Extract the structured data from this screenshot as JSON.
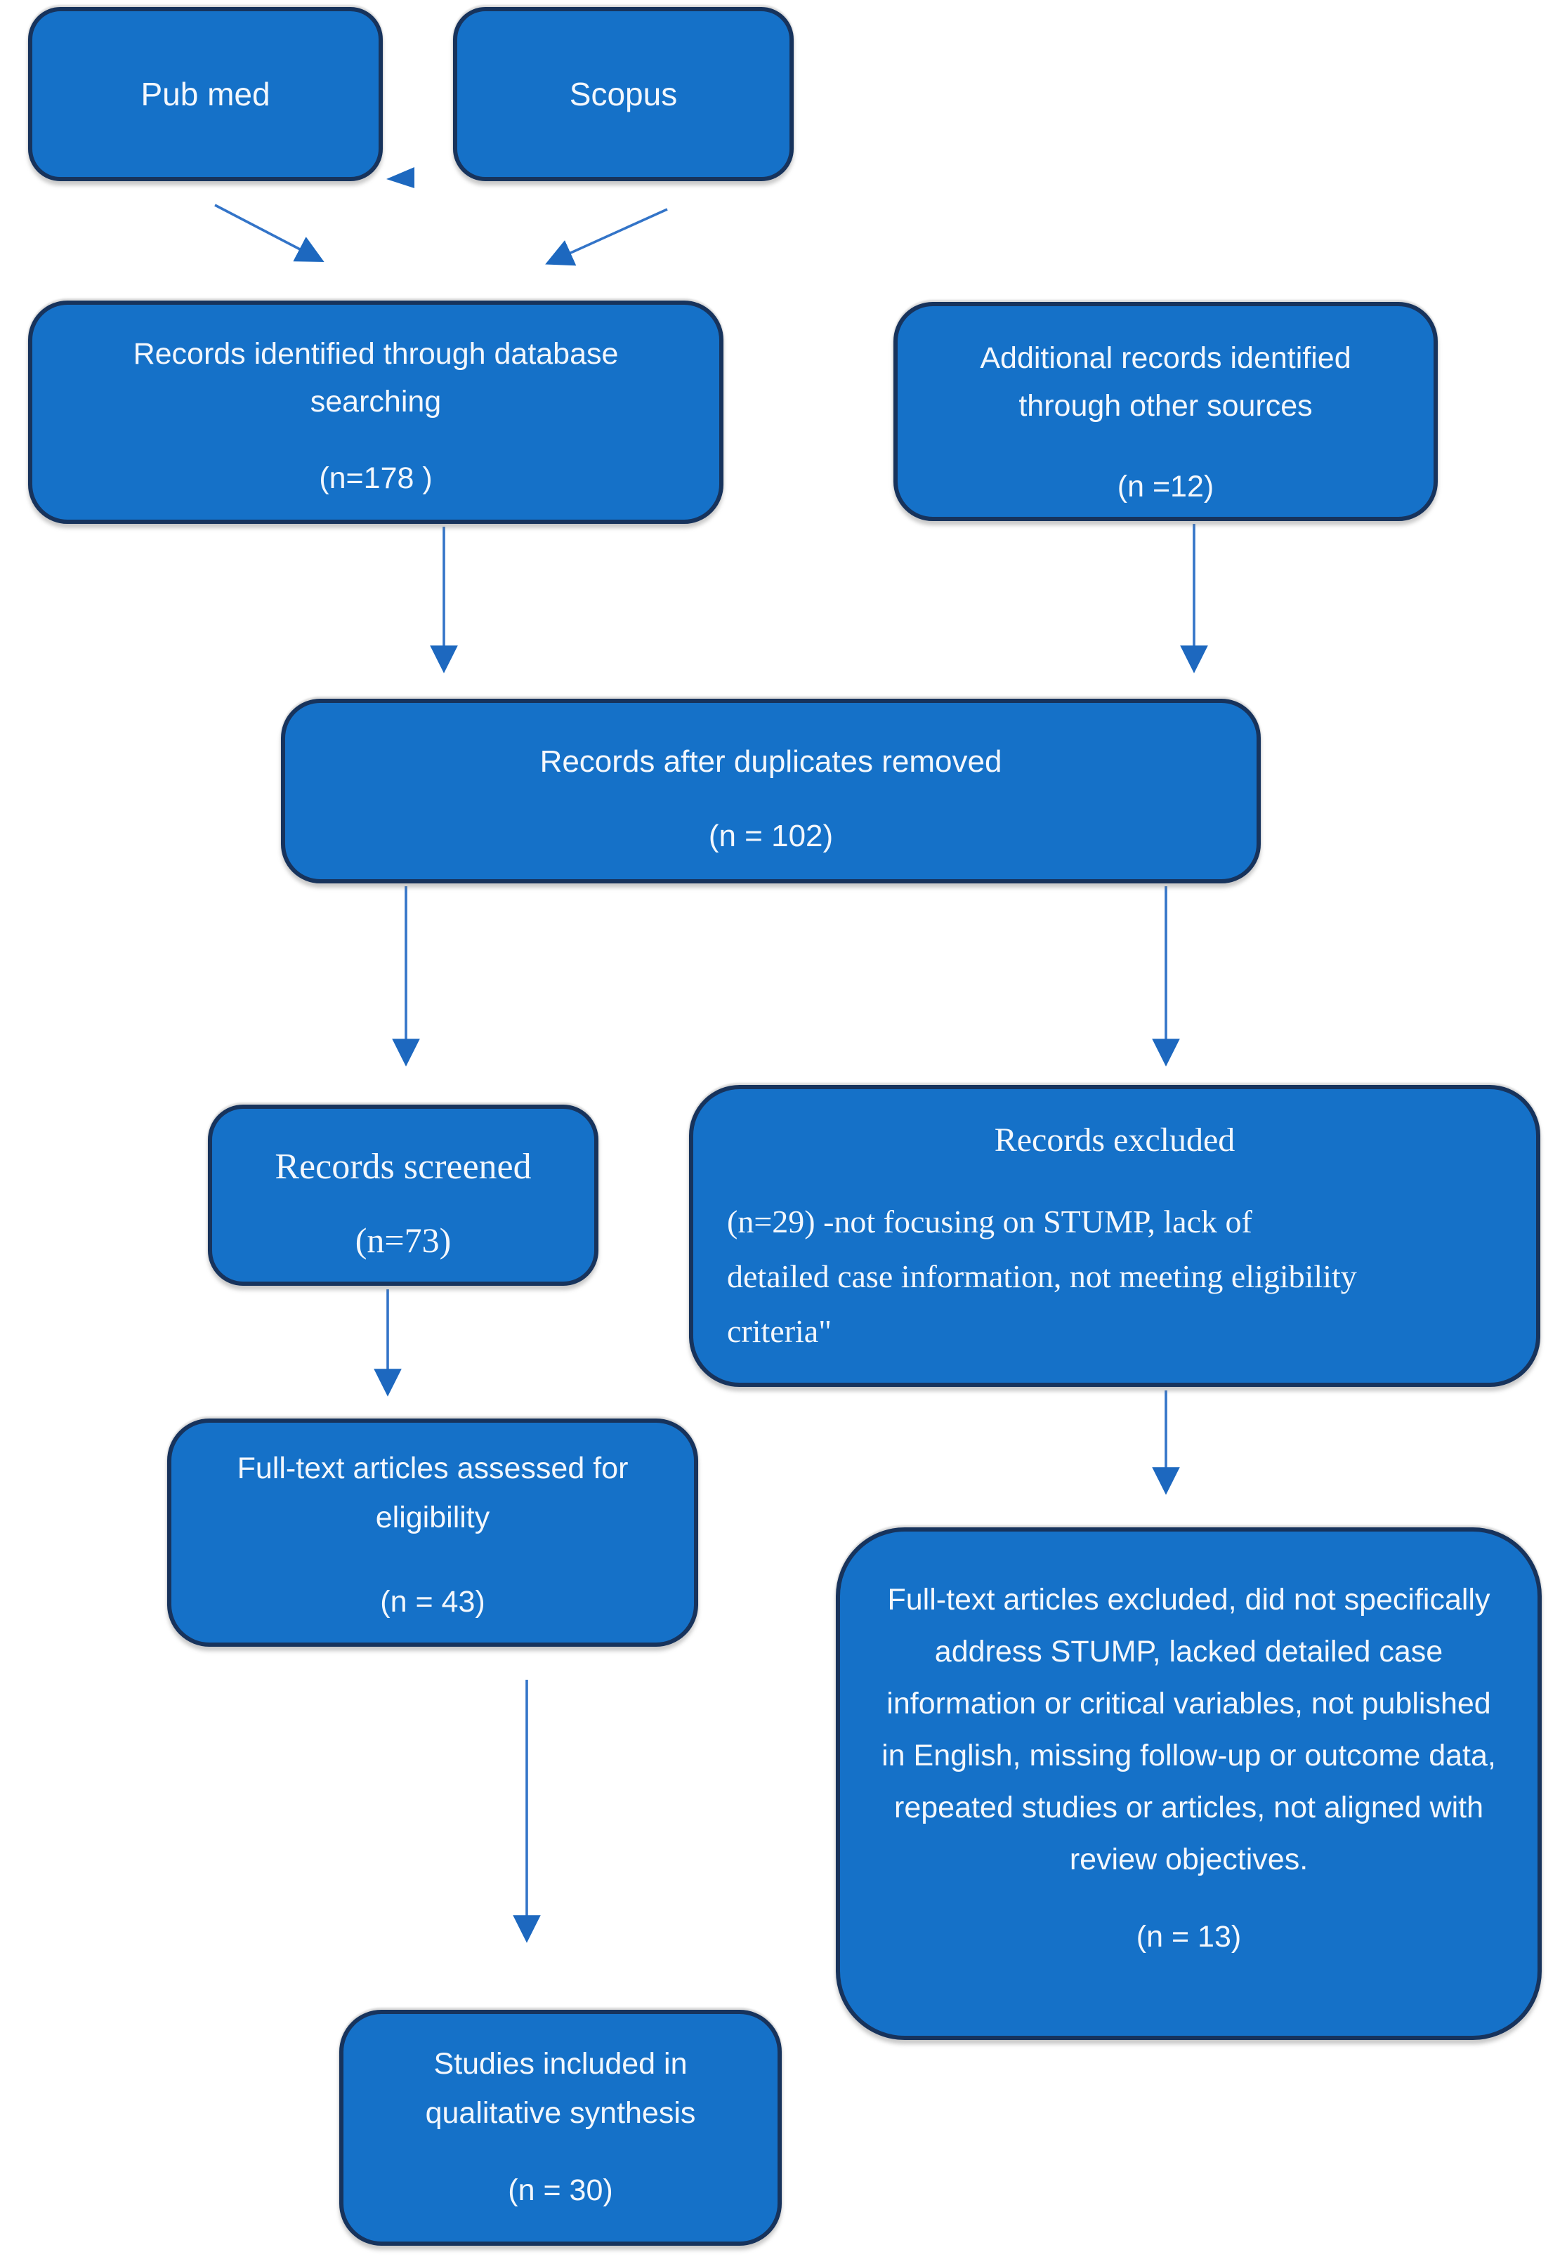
{
  "diagram": {
    "background_color": "#ffffff",
    "box_fill_color": "#1571c8",
    "box_border_color": "#17335c",
    "arrow_line_color": "#3374c8",
    "arrowhead_color": "#1d68bf",
    "text_color": "#f3f7fc",
    "nodes": {
      "pubmed": {
        "label": "Pub med"
      },
      "scopus": {
        "label": "Scopus"
      },
      "identified": {
        "title": "Records identified through database searching",
        "count": "(n=178 )"
      },
      "additional": {
        "title": "Additional records identified through other sources",
        "count": "(n =12)"
      },
      "duplicates": {
        "title": "Records after duplicates removed",
        "count": "(n = 102)"
      },
      "screened": {
        "title": "Records screened",
        "count": "(n=73)"
      },
      "excluded": {
        "title": "Records excluded",
        "body": "(n=29) -not focusing on STUMP, lack of detailed case information, not meeting eligibility criteria\""
      },
      "assessed": {
        "title": "Full-text articles assessed for eligibility",
        "count": "(n = 43)"
      },
      "fulltext_excluded": {
        "body": "Full-text articles excluded, did not specifically address STUMP, lacked detailed case information or critical variables, not published in English, missing follow-up or outcome data, repeated studies or articles, not aligned with review objectives.",
        "count": "(n = 13)"
      },
      "included": {
        "title": "Studies included in qualitative synthesis",
        "count": "(n = 30)"
      }
    },
    "edges": [
      {
        "from": "pubmed",
        "to": "identified"
      },
      {
        "from": "scopus",
        "to": "identified"
      },
      {
        "from": "identified",
        "to": "duplicates"
      },
      {
        "from": "additional",
        "to": "duplicates"
      },
      {
        "from": "duplicates",
        "to": "screened"
      },
      {
        "from": "duplicates",
        "to": "excluded"
      },
      {
        "from": "screened",
        "to": "assessed"
      },
      {
        "from": "excluded",
        "to": "fulltext_excluded"
      },
      {
        "from": "assessed",
        "to": "included"
      }
    ]
  }
}
